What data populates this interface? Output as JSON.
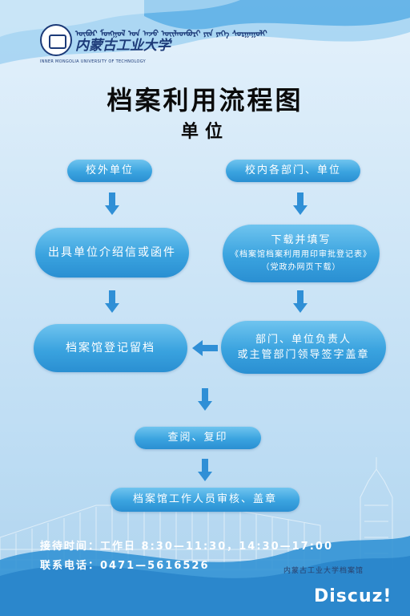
{
  "logo": {
    "mn_text": "ᠥᠪᠦᠷ ᠮᠣᠩᠭᠣᠯ ᠤᠨ ᠠᠵᠤ ᠦᠢᠯᠡᠳᠪᠦᠷᠢ ᠶᠢᠨ ᠶᠡᠬᠡ ᠰᠤᠷᠭᠠᠭᠤᠯᠢ",
    "cn_text": "内蒙古工业大学",
    "en_text": "INNER MONGOLIA UNIVERSITY OF TECHNOLOGY"
  },
  "title": "档案利用流程图",
  "subtitle": "单位",
  "nodes": {
    "external_unit": "校外单位",
    "internal_unit": "校内各部门、单位",
    "letter": "出具单位介绍信或函件",
    "download_line1": "下载并填写",
    "download_line2": "《档案馆档案利用用印审批登记表》",
    "download_line3": "（党政办网页下载）",
    "archive_register": "档案馆登记留档",
    "sign_line1": "部门、单位负责人",
    "sign_line2": "或主管部门领导签字盖章",
    "consult_copy": "查阅、复印",
    "review_stamp": "档案馆工作人员审核、盖章"
  },
  "footer": {
    "hours": "接待时间：工作日 8:30—11:30，14:30—17:00",
    "phone": "联系电话：0471—5616526",
    "org": "内蒙古工业大学档案馆",
    "watermark": "Discuz!"
  },
  "colors": {
    "box_fill": "#3aa3df",
    "arrow": "#2f8fd6",
    "title": "#0b0b0b"
  }
}
